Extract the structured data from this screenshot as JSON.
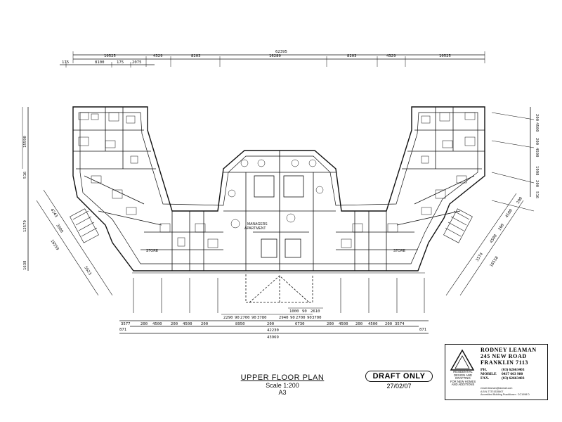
{
  "dimensions": {
    "overall_top": "62395",
    "top_row": [
      "10525",
      "4329",
      "8203",
      "16280",
      "8203",
      "4329",
      "10525"
    ],
    "top_row2": [
      "175",
      "8100",
      "175",
      "2075"
    ],
    "bottom_row": [
      "3577",
      "200",
      "4500",
      "200",
      "4500",
      "200",
      "8950",
      "200",
      "6730",
      "200",
      "4500",
      "200",
      "4500",
      "200",
      "3574"
    ],
    "bottom_inner": "42230",
    "bottom_overall": "43969",
    "bottom_small_left": "871",
    "bottom_small_right": "871",
    "mid_row_left": [
      "2290",
      "90",
      "2700",
      "90",
      "3780"
    ],
    "mid_row_right": [
      "2940",
      "90",
      "2700",
      "90",
      "3700"
    ],
    "mid_row_top": [
      "1000",
      "90",
      "2610"
    ],
    "left_side": [
      "15590",
      "516",
      "12570",
      "1638"
    ],
    "left_diag": [
      "4243",
      "3000",
      "16559",
      "5623"
    ],
    "right_side": [
      "200",
      "4500",
      "200",
      "4500",
      "1998",
      "200",
      "516"
    ],
    "right_diag": [
      "200",
      "4500",
      "200",
      "4500",
      "3574",
      "16558"
    ]
  },
  "room_labels": {
    "managers": "MANAGERS",
    "apartment": "APARTMENT",
    "store_left": "STORE",
    "store_right": "STORE"
  },
  "title": {
    "plan_name": "UPPER FLOOR PLAN",
    "scale": "Scale 1:200",
    "sheet": "A3"
  },
  "draft": {
    "stamp": "DRAFT ONLY",
    "date": "27/02/07"
  },
  "title_block": {
    "logo_text": [
      "RESIDENTIAL",
      "DESIGN AND",
      "DRAFTING",
      "FOR NEW HOMES",
      "AND ADDITIONS"
    ],
    "name_lines": [
      "RODNEY LEAMAN",
      "245 NEW ROAD",
      "FRANKLIN  7113"
    ],
    "contact": [
      {
        "label": "PH.",
        "value": "(03) 62663403"
      },
      {
        "label": "MOBILE",
        "value": "0437 663 980"
      },
      {
        "label": "FAX.",
        "value": "(03) 62663403"
      }
    ],
    "footer": [
      "email:rleaman@tasmail.com",
      "A.B.N.77374335607",
      "Accredited Building Practitioner : CC1098 D"
    ]
  }
}
